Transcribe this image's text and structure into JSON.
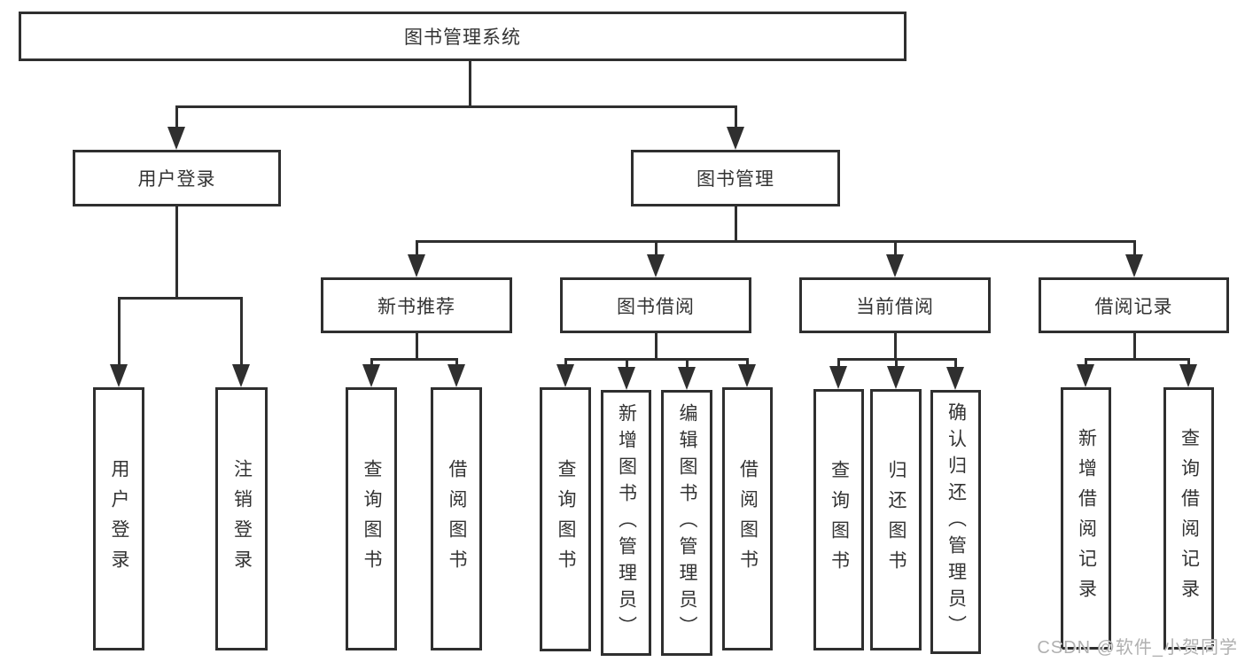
{
  "diagram_title": "图书管理系统",
  "tree": {
    "label": "图书管理系统",
    "children": [
      {
        "label": "用户登录",
        "children": [
          {
            "label": "用户登录"
          },
          {
            "label": "注销登录"
          }
        ]
      },
      {
        "label": "图书管理",
        "children": [
          {
            "label": "新书推荐",
            "children": [
              {
                "label": "查询图书"
              },
              {
                "label": "借阅图书"
              }
            ]
          },
          {
            "label": "图书借阅",
            "children": [
              {
                "label": "查询图书"
              },
              {
                "label": "新增图书（管理员）"
              },
              {
                "label": "编辑图书（管理员）"
              },
              {
                "label": "借阅图书"
              }
            ]
          },
          {
            "label": "当前借阅",
            "children": [
              {
                "label": "查询图书"
              },
              {
                "label": "归还图书"
              },
              {
                "label": "确认归还（管理员）"
              }
            ]
          },
          {
            "label": "借阅记录",
            "children": [
              {
                "label": "新增借阅记录"
              },
              {
                "label": "查询借阅记录"
              }
            ]
          }
        ]
      }
    ]
  },
  "watermark": {
    "text": "CSDN @软件_小贺同学"
  },
  "colors": {
    "line": "#2f2f2f",
    "text": "#333333",
    "background": "#ffffff",
    "watermark": "#b0b0b0"
  }
}
